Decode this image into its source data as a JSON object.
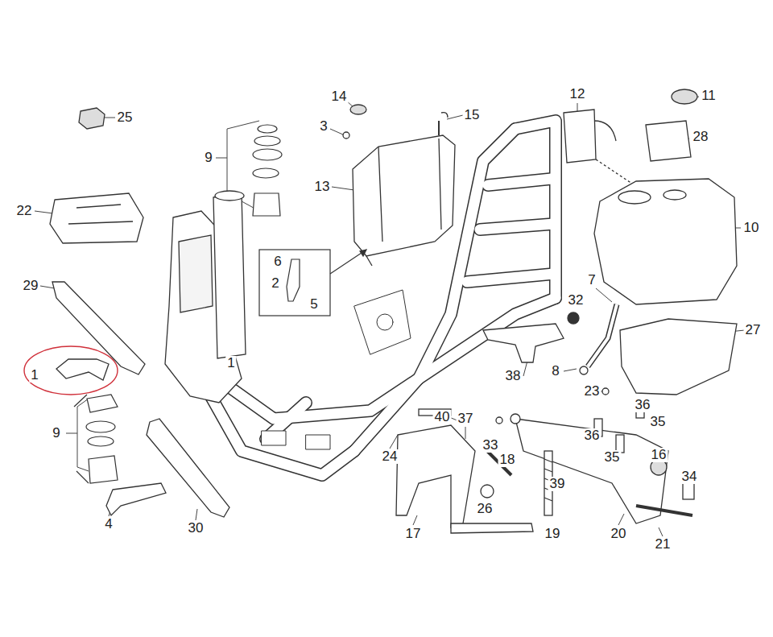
{
  "diagram": {
    "labels": [
      "25",
      "14",
      "3",
      "15",
      "12",
      "11",
      "28",
      "9",
      "13",
      "22",
      "10",
      "6",
      "2",
      "5",
      "29",
      "7",
      "32",
      "27",
      "1",
      "1",
      "38",
      "8",
      "23",
      "36",
      "40",
      "37",
      "35",
      "9",
      "36",
      "33",
      "24",
      "35",
      "16",
      "18",
      "34",
      "39",
      "26",
      "4",
      "30",
      "17",
      "19",
      "20",
      "21"
    ]
  }
}
